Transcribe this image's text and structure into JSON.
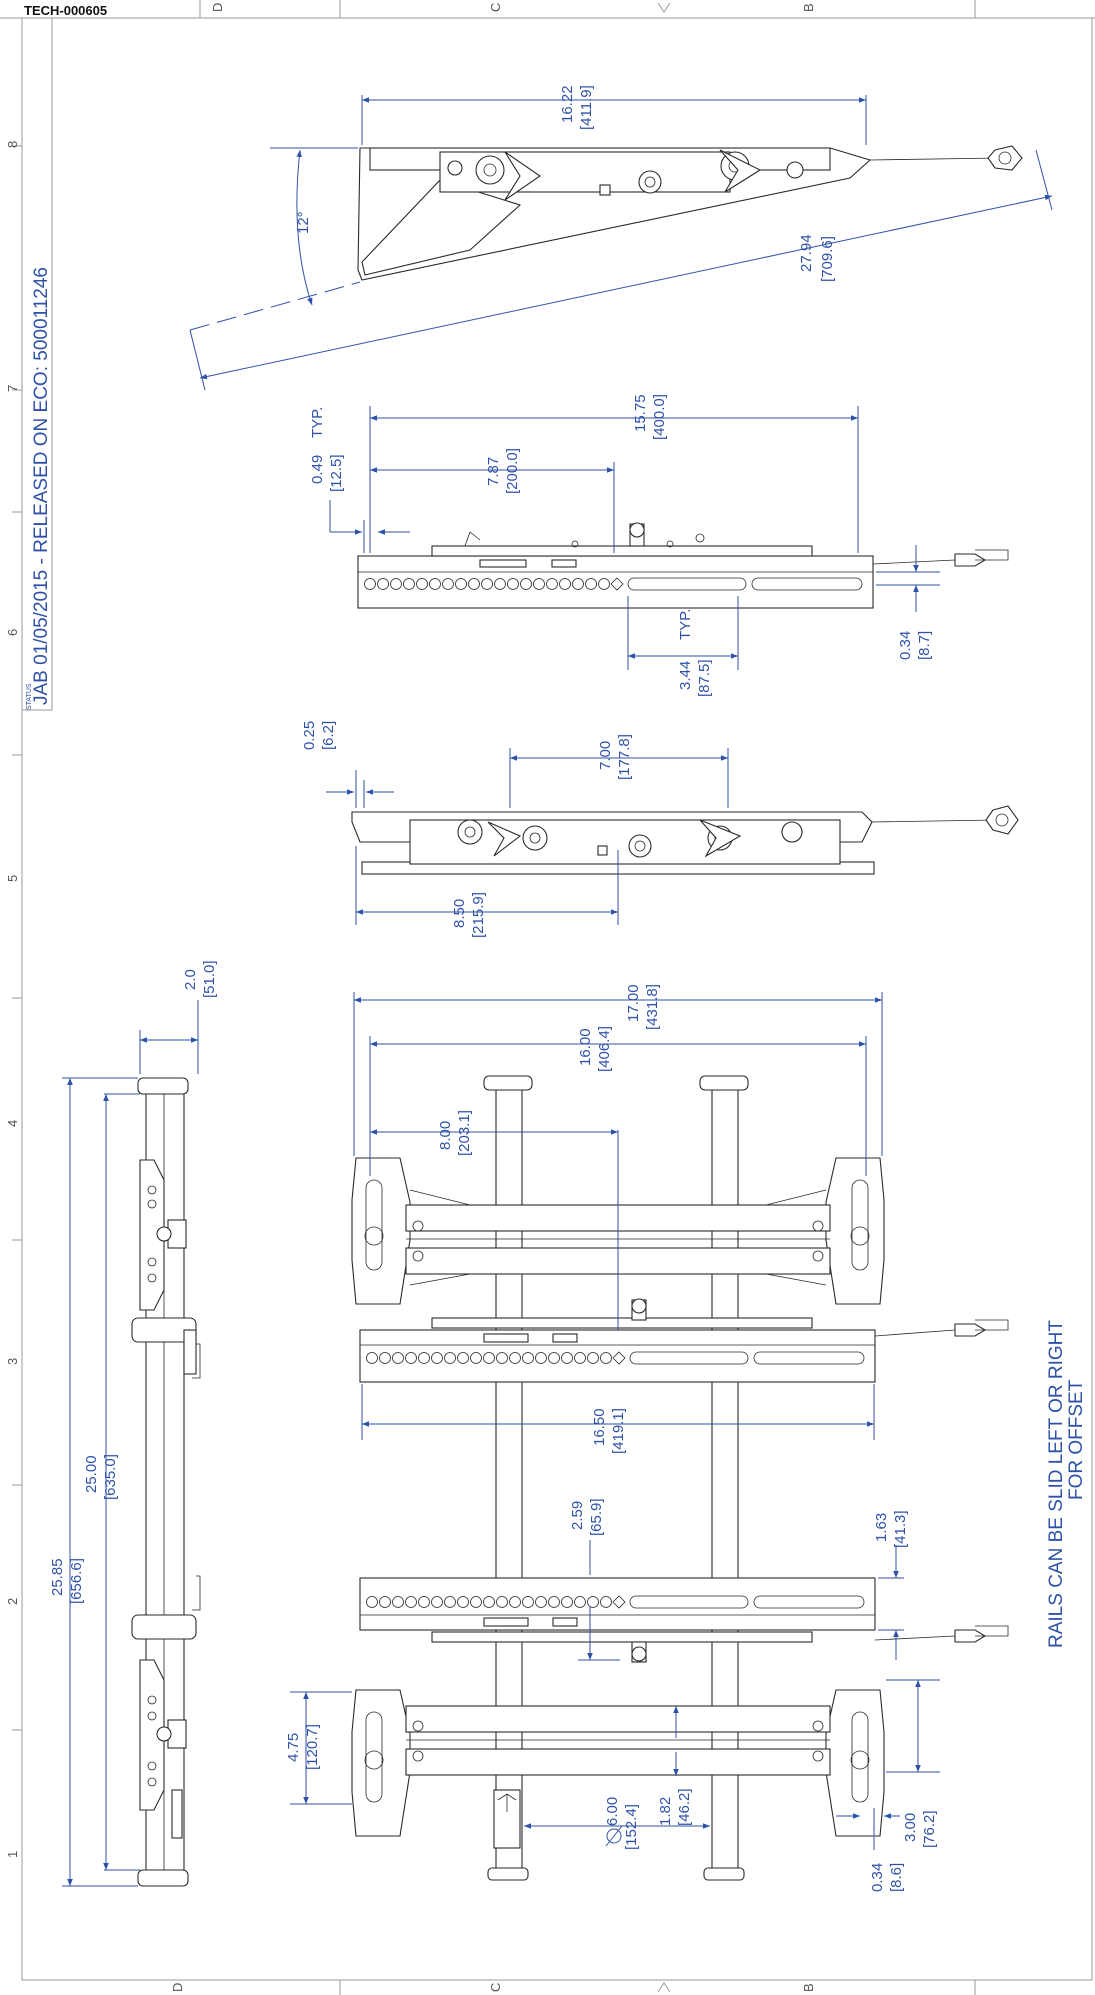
{
  "title_block": {
    "doc_number": "TECH-000605",
    "release_note": "JAB 01/05/2015 - RELEASED ON ECO: 500011246",
    "status_label": "STATUS"
  },
  "zones": {
    "left": [
      "8",
      "7",
      "6",
      "5",
      "4",
      "3",
      "2",
      "1"
    ],
    "top": [
      "D",
      "C",
      "B"
    ],
    "bottom": [
      "D",
      "C",
      "B"
    ]
  },
  "note": {
    "line1": "RAILS CAN BE SLID LEFT OR RIGHT",
    "line2": "FOR OFFSET"
  },
  "dimensions": {
    "view1": {
      "length_in": "16.22",
      "length_mm": "[411.9]",
      "angle": "12°",
      "diag_in": "27.94",
      "diag_mm": "[709.6]"
    },
    "view2": {
      "typ_in": "0.49",
      "typ_label": "TYP.",
      "typ_mm": "[12.5]",
      "half_in": "7.87",
      "half_mm": "[200.0]",
      "full_in": "15.75",
      "full_mm": "[400.0]",
      "slot_in": "3.44",
      "slot_label": "TYP.",
      "slot_mm": "[87.5]",
      "thk_in": "0.34",
      "thk_mm": "[8.7]"
    },
    "view3": {
      "off_in": "0.25",
      "off_mm": "[6.2]",
      "span_in": "7.00",
      "span_mm": "[177.8]",
      "half_in": "8.50",
      "half_mm": "[215.9]"
    },
    "view4": {
      "h_in": "2.0",
      "h_mm": "[51.0]",
      "len_in": "25.00",
      "len_mm": "[635.0]",
      "overall_in": "25.85",
      "overall_mm": "[656.6]"
    },
    "view5": {
      "w17_in": "17.00",
      "w17_mm": "[431.8]",
      "w16_in": "16.00",
      "w16_mm": "[406.4]",
      "w8_in": "8.00",
      "w8_mm": "[203.1]",
      "rail_in": "16.50",
      "rail_mm": "[419.1]",
      "gap_in": "2.59",
      "gap_mm": "[65.9]",
      "rw_in": "1.63",
      "rw_mm": "[41.3]",
      "pad_in": "4.75",
      "pad_mm": "[120.7]",
      "dia_in": "6.00",
      "dia_mm": "[152.4]",
      "cc_in": "1.82",
      "cc_mm": "[46.2]",
      "thk_in": "0.34",
      "thk_mm": "[8.6]",
      "slot_in": "3.00",
      "slot_mm": "[76.2]"
    }
  }
}
